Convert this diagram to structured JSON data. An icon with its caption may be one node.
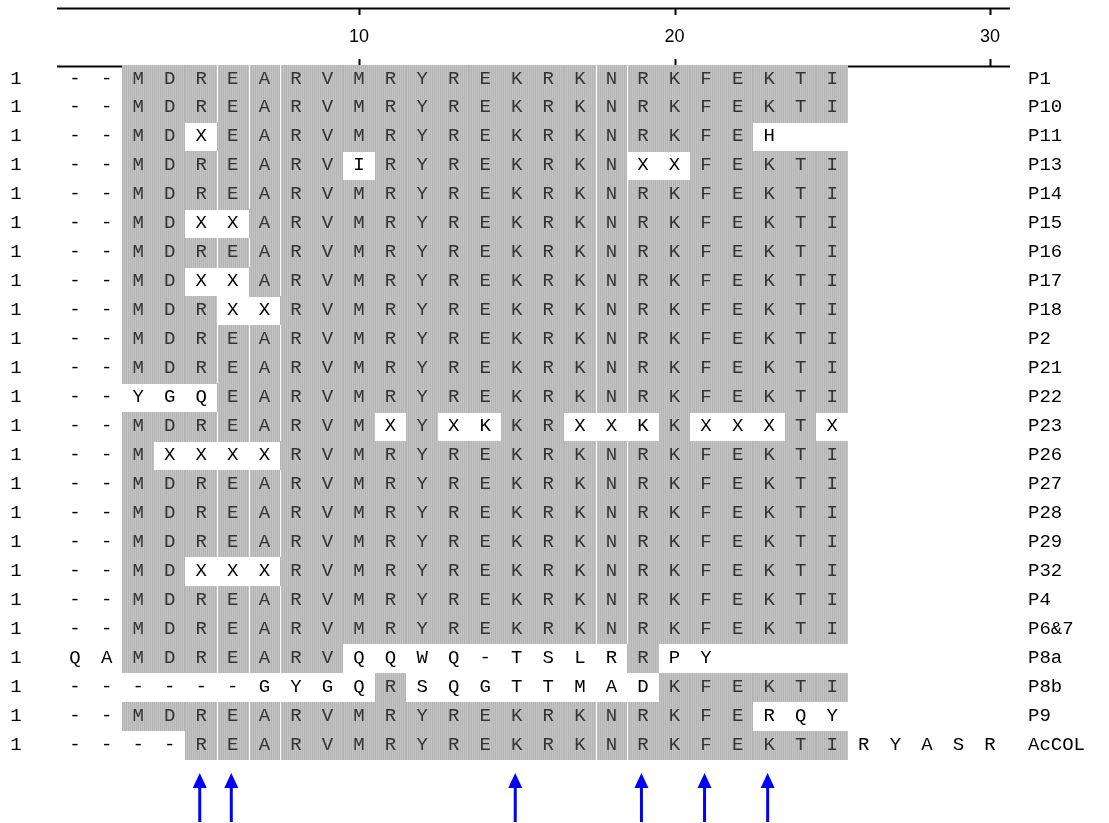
{
  "diagram": {
    "labels": [
      "10",
      "20",
      "30",
      "1",
      "-",
      "-",
      "M",
      "D",
      "R",
      "E",
      "A",
      "R",
      "V",
      "M",
      "R",
      "Y",
      "R",
      "E",
      "K",
      "R",
      "K",
      "N",
      "R",
      "K",
      "F",
      "E",
      "K",
      "T",
      "I",
      "P1",
      "1",
      "-",
      "-",
      "M",
      "D",
      "R",
      "E",
      "A",
      "R",
      "V",
      "M",
      "R",
      "Y",
      "R",
      "E",
      "K",
      "R",
      "K",
      "N",
      "R",
      "K",
      "F",
      "E",
      "K",
      "T",
      "I",
      "P10",
      "1",
      "-",
      "-",
      "M",
      "D",
      "X",
      "E",
      "A",
      "R",
      "V",
      "M",
      "R",
      "Y",
      "R",
      "E",
      "K",
      "R",
      "K",
      "N",
      "R",
      "K",
      "F",
      "E",
      "H",
      "P11",
      "1",
      "-",
      "-",
      "M",
      "D",
      "R",
      "E",
      "A",
      "R",
      "V",
      "I",
      "R",
      "Y",
      "R",
      "E",
      "K",
      "R",
      "K",
      "N",
      "X",
      "X",
      "F",
      "E",
      "K",
      "T",
      "I",
      "P13",
      "1",
      "-",
      "-",
      "M",
      "D",
      "R",
      "E",
      "A",
      "R",
      "V",
      "M",
      "R",
      "Y",
      "R",
      "E",
      "K",
      "R",
      "K",
      "N",
      "R",
      "K",
      "F",
      "E",
      "K",
      "T",
      "I",
      "P14",
      "1",
      "-",
      "-",
      "M",
      "D",
      "X",
      "X",
      "A",
      "R",
      "V",
      "M",
      "R",
      "Y",
      "R",
      "E",
      "K",
      "R",
      "K",
      "N",
      "R",
      "K",
      "F",
      "E",
      "K",
      "T",
      "I",
      "P15",
      "1",
      "-",
      "-",
      "M",
      "D",
      "R",
      "E",
      "A",
      "R",
      "V",
      "M",
      "R",
      "Y",
      "R",
      "E",
      "K",
      "R",
      "K",
      "N",
      "R",
      "K",
      "F",
      "E",
      "K",
      "T",
      "I",
      "P16",
      "1",
      "-",
      "-",
      "M",
      "D",
      "X",
      "X",
      "A",
      "R",
      "V",
      "M",
      "R",
      "Y",
      "R",
      "E",
      "K",
      "R",
      "K",
      "N",
      "R",
      "K",
      "F",
      "E",
      "K",
      "T",
      "I",
      "P17",
      "1",
      "-",
      "-",
      "M",
      "D",
      "R",
      "X",
      "X",
      "R",
      "V",
      "M",
      "R",
      "Y",
      "R",
      "E",
      "K",
      "R",
      "K",
      "N",
      "R",
      "K",
      "F",
      "E",
      "K",
      "T",
      "I",
      "P18",
      "1",
      "-",
      "-",
      "M",
      "D",
      "R",
      "E",
      "A",
      "R",
      "V",
      "M",
      "R",
      "Y",
      "R",
      "E",
      "K",
      "R",
      "K",
      "N",
      "R",
      "K",
      "F",
      "E",
      "K",
      "T",
      "I",
      "P2",
      "1",
      "-",
      "-",
      "M",
      "D",
      "R",
      "E",
      "A",
      "R",
      "V",
      "M",
      "R",
      "Y",
      "R",
      "E",
      "K",
      "R",
      "K",
      "N",
      "R",
      "K",
      "F",
      "E",
      "K",
      "T",
      "I",
      "P21",
      "1",
      "-",
      "-",
      "Y",
      "G",
      "Q",
      "E",
      "A",
      "R",
      "V",
      "M",
      "R",
      "Y",
      "R",
      "E",
      "K",
      "R",
      "K",
      "N",
      "R",
      "K",
      "F",
      "E",
      "K",
      "T",
      "I",
      "P22",
      "1",
      "-",
      "-",
      "M",
      "D",
      "R",
      "E",
      "A",
      "R",
      "V",
      "M",
      "X",
      "Y",
      "X",
      "K",
      "K",
      "R",
      "X",
      "X",
      "K",
      "K",
      "X",
      "X",
      "X",
      "T",
      "X",
      "P23",
      "1",
      "-",
      "-",
      "M",
      "X",
      "X",
      "X",
      "X",
      "R",
      "V",
      "M",
      "R",
      "Y",
      "R",
      "E",
      "K",
      "R",
      "K",
      "N",
      "R",
      "K",
      "F",
      "E",
      "K",
      "T",
      "I",
      "P26",
      "1",
      "-",
      "-",
      "M",
      "D",
      "R",
      "E",
      "A",
      "R",
      "V",
      "M",
      "R",
      "Y",
      "R",
      "E",
      "K",
      "R",
      "K",
      "N",
      "R",
      "K",
      "F",
      "E",
      "K",
      "T",
      "I",
      "P27",
      "1",
      "-",
      "-",
      "M",
      "D",
      "R",
      "E",
      "A",
      "R",
      "V",
      "M",
      "R",
      "Y",
      "R",
      "E",
      "K",
      "R",
      "K",
      "N",
      "R",
      "K",
      "F",
      "E",
      "K",
      "T",
      "I",
      "P28",
      "1",
      "-",
      "-",
      "M",
      "D",
      "R",
      "E",
      "A",
      "R",
      "V",
      "M",
      "R",
      "Y",
      "R",
      "E",
      "K",
      "R",
      "K",
      "N",
      "R",
      "K",
      "F",
      "E",
      "K",
      "T",
      "I",
      "P29",
      "1",
      "-",
      "-",
      "M",
      "D",
      "X",
      "X",
      "X",
      "R",
      "V",
      "M",
      "R",
      "Y",
      "R",
      "E",
      "K",
      "R",
      "K",
      "N",
      "R",
      "K",
      "F",
      "E",
      "K",
      "T",
      "I",
      "P32",
      "1",
      "-",
      "-",
      "M",
      "D",
      "R",
      "E",
      "A",
      "R",
      "V",
      "M",
      "R",
      "Y",
      "R",
      "E",
      "K",
      "R",
      "K",
      "N",
      "R",
      "K",
      "F",
      "E",
      "K",
      "T",
      "I",
      "P4",
      "1",
      "-",
      "-",
      "M",
      "D",
      "R",
      "E",
      "A",
      "R",
      "V",
      "M",
      "R",
      "Y",
      "R",
      "E",
      "K",
      "R",
      "K",
      "N",
      "R",
      "K",
      "F",
      "E",
      "K",
      "T",
      "I",
      "P6&7",
      "1",
      "Q",
      "A",
      "M",
      "D",
      "R",
      "E",
      "A",
      "R",
      "V",
      "Q",
      "Q",
      "W",
      "Q",
      "-",
      "T",
      "S",
      "L",
      "R",
      "R",
      "P",
      "Y",
      "P8a",
      "1",
      "-",
      "-",
      "-",
      "-",
      "-",
      "-",
      "G",
      "Y",
      "G",
      "Q",
      "R",
      "S",
      "Q",
      "G",
      "T",
      "T",
      "M",
      "A",
      "D",
      "K",
      "F",
      "E",
      "K",
      "T",
      "I",
      "P8b",
      "1",
      "-",
      "-",
      "M",
      "D",
      "R",
      "E",
      "A",
      "R",
      "V",
      "M",
      "R",
      "Y",
      "R",
      "E",
      "K",
      "R",
      "K",
      "N",
      "R",
      "K",
      "F",
      "E",
      "R",
      "Q",
      "Y",
      "P9",
      "1",
      "-",
      "-",
      "-",
      "-",
      "R",
      "E",
      "A",
      "R",
      "V",
      "M",
      "R",
      "Y",
      "R",
      "E",
      "K",
      "R",
      "K",
      "N",
      "R",
      "K",
      "F",
      "E",
      "K",
      "T",
      "I",
      "R",
      "Y",
      "A",
      "S",
      "R",
      "AcCOL"
    ]
  }
}
